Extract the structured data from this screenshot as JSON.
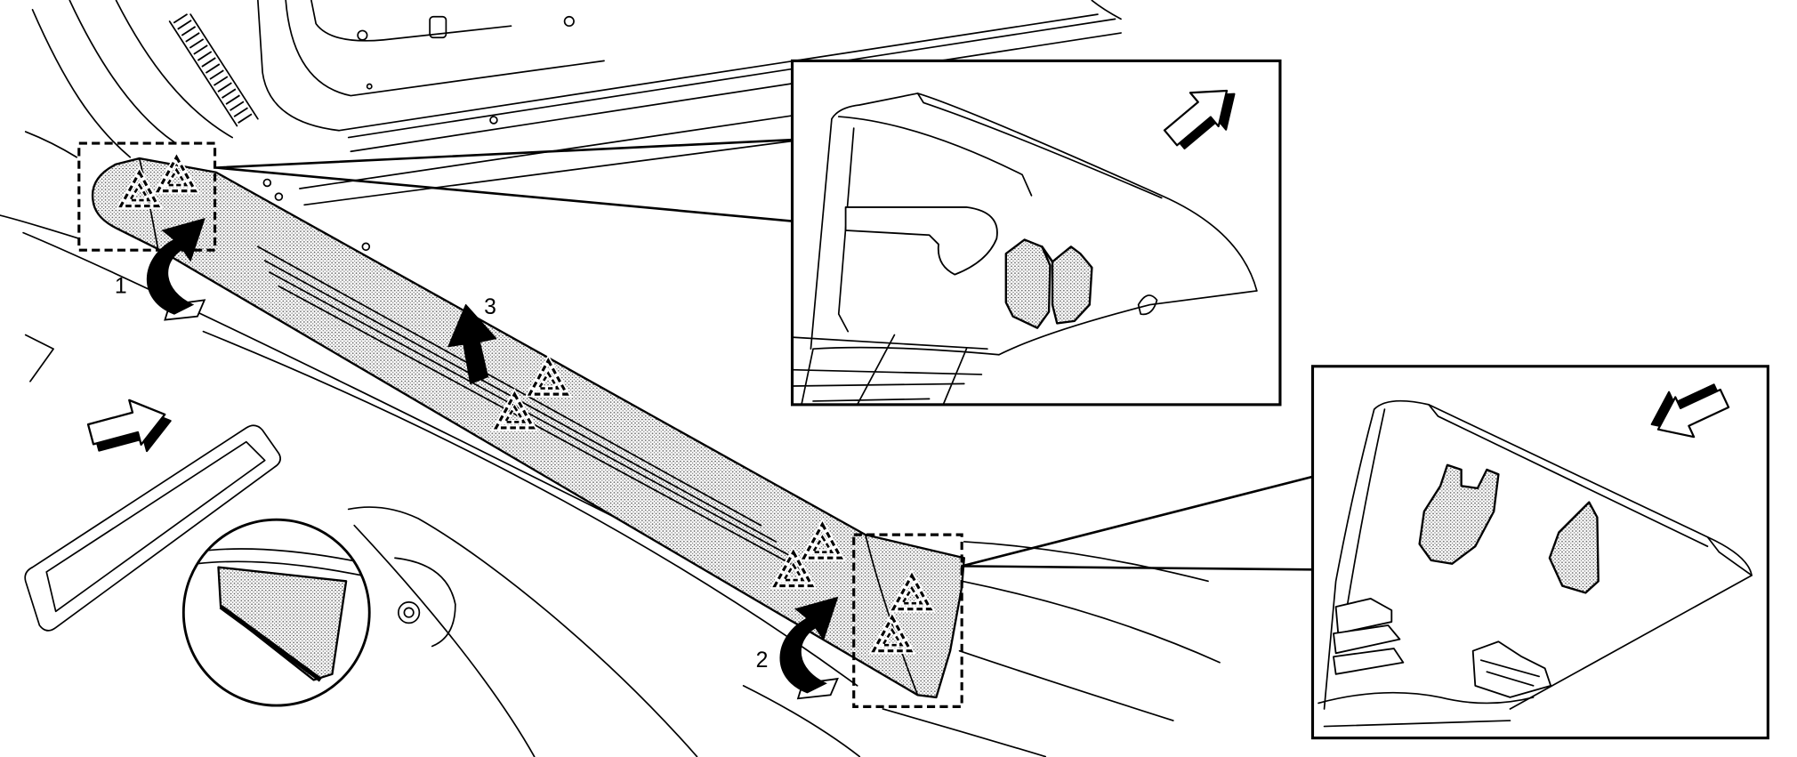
{
  "diagram": {
    "step_labels": [
      "1",
      "2",
      "3"
    ]
  },
  "icons": {
    "step_1": "curved-arrow-icon",
    "step_2": "curved-arrow-icon",
    "step_3": "straight-arrow-icon",
    "direction": "direction-arrow-icon",
    "clip_location": "warning-triangle-icon"
  },
  "colors": {
    "line": "#000000",
    "stipple": "#666666",
    "background": "#ffffff"
  }
}
